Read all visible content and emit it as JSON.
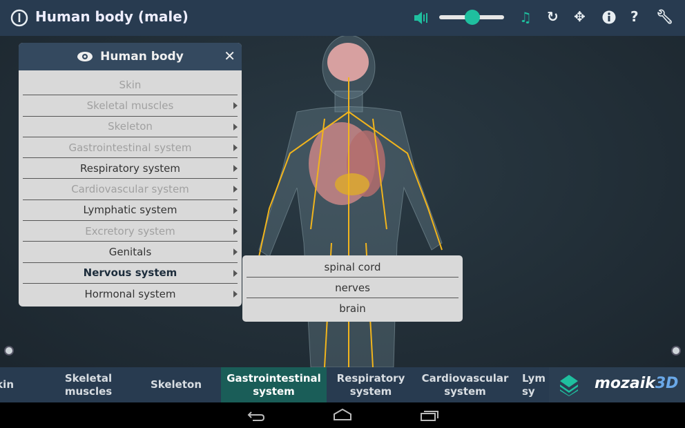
{
  "header": {
    "title": "Human body (male)",
    "icons": [
      "power-icon",
      "volume-icon",
      "music-icon",
      "reset-icon",
      "move-icon",
      "info-icon",
      "help-icon",
      "settings-wrench-icon"
    ],
    "volume_level": 0.6,
    "accent": "#1fbf9f"
  },
  "panel": {
    "title": "Human body",
    "items": [
      {
        "label": "Skin",
        "state": "dim",
        "submenu": false
      },
      {
        "label": "Skeletal muscles",
        "state": "dim",
        "submenu": true
      },
      {
        "label": "Skeleton",
        "state": "dim",
        "submenu": true
      },
      {
        "label": "Gastrointestinal system",
        "state": "dim",
        "submenu": true
      },
      {
        "label": "Respiratory system",
        "state": "on",
        "submenu": true
      },
      {
        "label": "Cardiovascular system",
        "state": "dim",
        "submenu": true
      },
      {
        "label": "Lymphatic system",
        "state": "on",
        "submenu": true
      },
      {
        "label": "Excretory system",
        "state": "dim",
        "submenu": true
      },
      {
        "label": "Genitals",
        "state": "on",
        "submenu": true
      },
      {
        "label": "Nervous system",
        "state": "bold",
        "submenu": true
      },
      {
        "label": "Hormonal system",
        "state": "on",
        "submenu": true
      }
    ]
  },
  "submenu": {
    "items": [
      "spinal cord",
      "nerves",
      "brain"
    ]
  },
  "tabs": [
    {
      "label": "kin"
    },
    {
      "label": "Skeletal\nmuscles"
    },
    {
      "label": "Skeleton"
    },
    {
      "label": "Gastrointestinal\nsystem",
      "active": true
    },
    {
      "label": "Respiratory\nsystem"
    },
    {
      "label": "Cardiovascular\nsystem"
    },
    {
      "label": "Lym\nsy"
    }
  ],
  "logo": {
    "text1": "mozaik",
    "text2": "3D"
  }
}
